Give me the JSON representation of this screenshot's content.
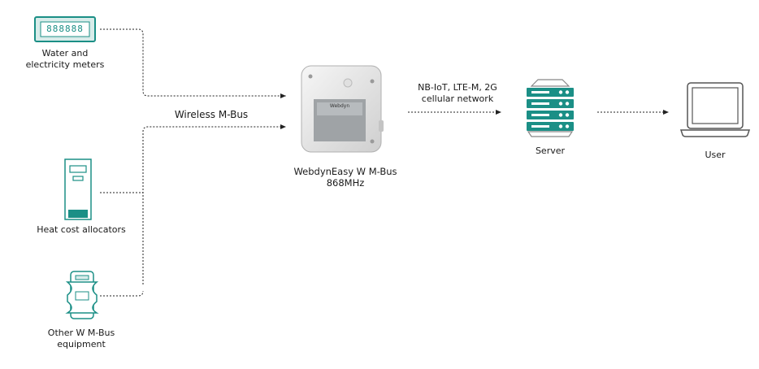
{
  "colors": {
    "teal": "#1b8f86",
    "outline": "#1b8f86",
    "line": "#222222",
    "device": "#eaeaea"
  },
  "nodes": {
    "water_meter": {
      "label_line1": "Water and",
      "label_line2": "electricity meters",
      "display": "888888",
      "icon": "meter-icon"
    },
    "heat_allocator": {
      "label": "Heat cost allocators",
      "icon": "heat-cost-allocator-icon"
    },
    "other_equipment": {
      "label_line1": "Other W M-Bus",
      "label_line2": "equipment",
      "icon": "din-rail-module-icon"
    },
    "gateway": {
      "label_line1": "WebdynEasy W M-Bus",
      "label_line2": "868MHz",
      "brand": "Webdyn",
      "icon": "gateway-device-image"
    },
    "server": {
      "label": "Server",
      "icon": "server-rack-icon"
    },
    "user": {
      "label": "User",
      "icon": "laptop-icon"
    }
  },
  "links": {
    "wireless": "Wireless M-Bus",
    "cellular_line1": "NB-IoT, LTE-M, 2G",
    "cellular_line2": "cellular network"
  }
}
